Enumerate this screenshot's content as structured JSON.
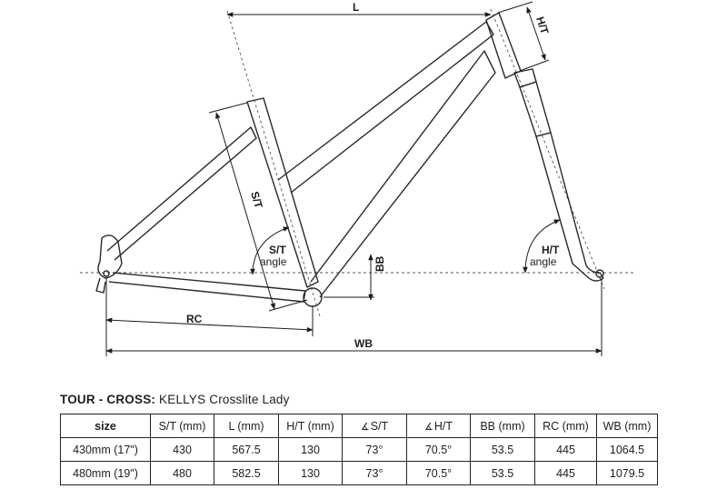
{
  "diagram": {
    "labels": {
      "L": "L",
      "HT": "H/T",
      "ST": "S/T",
      "ST_angle_1": "S/T",
      "ST_angle_2": "angle",
      "HT_angle_1": "H/T",
      "HT_angle_2": "angle",
      "BB": "BB",
      "RC": "RC",
      "WB": "WB"
    }
  },
  "table": {
    "title_bold": "TOUR - CROSS:",
    "title_rest": " KELLYS Crosslite Lady",
    "angle_symbol": "∡",
    "headers": [
      "size",
      "S/T (mm)",
      "L (mm)",
      "H/T (mm)",
      "S/T",
      "H/T",
      "BB (mm)",
      "RC (mm)",
      "WB (mm)"
    ],
    "rows": [
      [
        "430mm (17\")",
        "430",
        "567.5",
        "130",
        "73°",
        "70.5°",
        "53.5",
        "445",
        "1064.5"
      ],
      [
        "480mm (19\")",
        "480",
        "582.5",
        "130",
        "73°",
        "70.5°",
        "53.5",
        "445",
        "1079.5"
      ]
    ]
  }
}
